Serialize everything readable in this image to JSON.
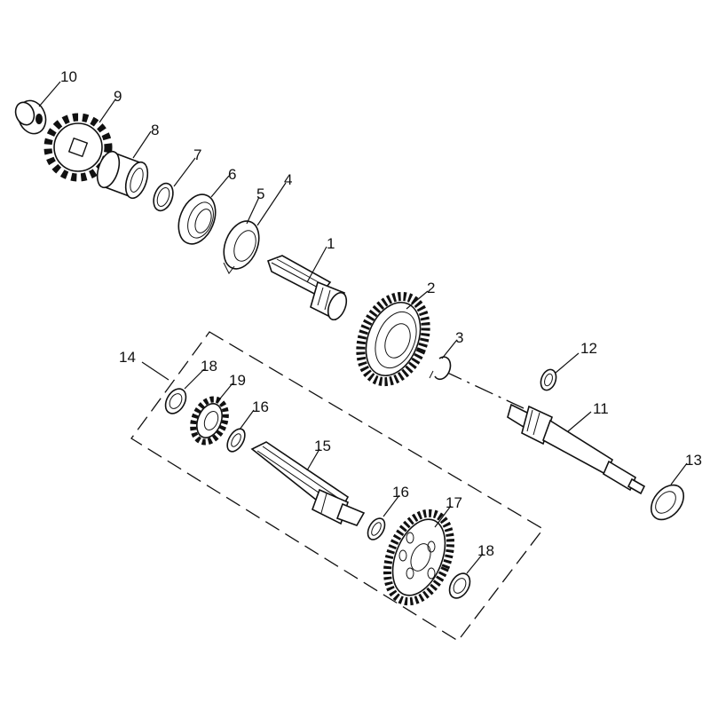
{
  "diagram": {
    "callouts": {
      "c1": "1",
      "c2": "2",
      "c3": "3",
      "c4": "4",
      "c5": "5",
      "c6": "6",
      "c7": "7",
      "c8": "8",
      "c9": "9",
      "c10": "10",
      "c11": "11",
      "c12": "12",
      "c13": "13",
      "c14": "14",
      "c15": "15",
      "c16a": "16",
      "c16b": "16",
      "c17": "17",
      "c18a": "18",
      "c18b": "18",
      "c19": "19"
    }
  }
}
